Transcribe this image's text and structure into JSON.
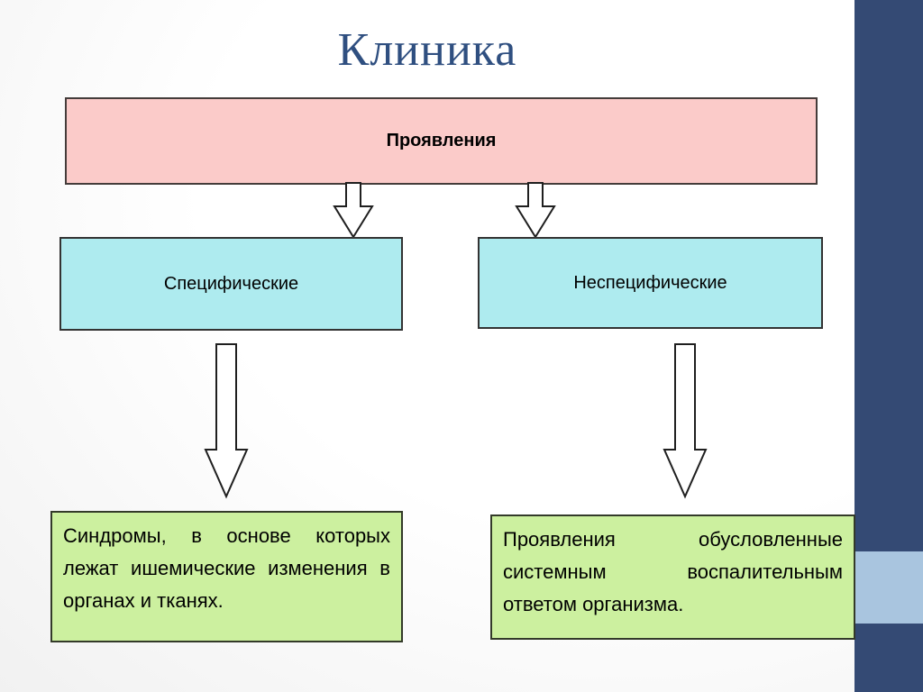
{
  "slide": {
    "title": "Клиника",
    "diagram": {
      "type": "flowchart-top-down",
      "root": {
        "label": "Проявления"
      },
      "branches": [
        {
          "label": "Специфические",
          "description": "Синдромы, в основе которых лежат ишемические изменения в органах и тканях."
        },
        {
          "label": "Неспецифические",
          "description": "Проявления обусловленные системным воспалительным ответом организма."
        }
      ],
      "connectors": [
        "down-arrow from root to left branch",
        "down-arrow from root to right branch",
        "down-arrow from left branch to left description",
        "down-arrow from right branch to right description"
      ]
    },
    "colors": {
      "title_text": "#2f4f80",
      "root_box_fill": "#fbcbc9",
      "branch_box_fill": "#aeebef",
      "description_box_fill": "#ccf09f",
      "box_border": "#333333",
      "arrow_fill": "#ffffff",
      "arrow_outline": "#1f1f1f",
      "side_band": "#344a74",
      "side_band_accent": "#a9c5df",
      "background": "#ffffff"
    }
  }
}
